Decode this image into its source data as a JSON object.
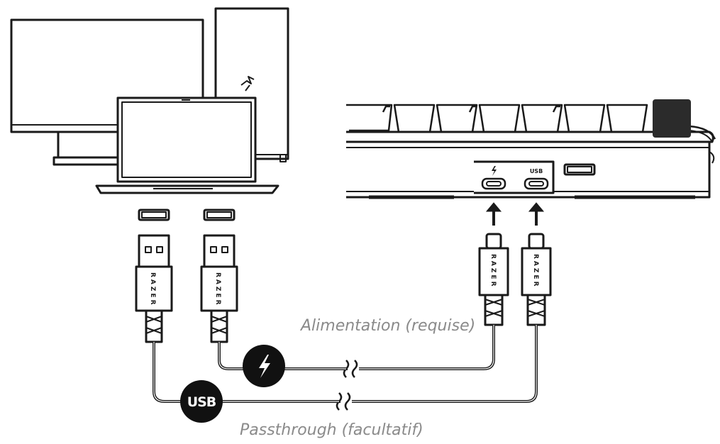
{
  "labels": {
    "power_caption": "Alimentation (requise)",
    "usb_caption": "Passthrough (facultatif)",
    "usb_badge": "USB",
    "usb_port_mark": "USB",
    "cable_brand": "RAZER"
  },
  "icons": {
    "power_badge": "lightning-bolt-icon",
    "power_port": "lightning-bolt-icon",
    "direction": "arrow-up-icon"
  },
  "colors": {
    "line": "#1a1a1a",
    "badge_fill": "#111111",
    "badge_text": "#ffffff",
    "caption": "#8a8a8a",
    "knob": "#2b2b2b"
  }
}
